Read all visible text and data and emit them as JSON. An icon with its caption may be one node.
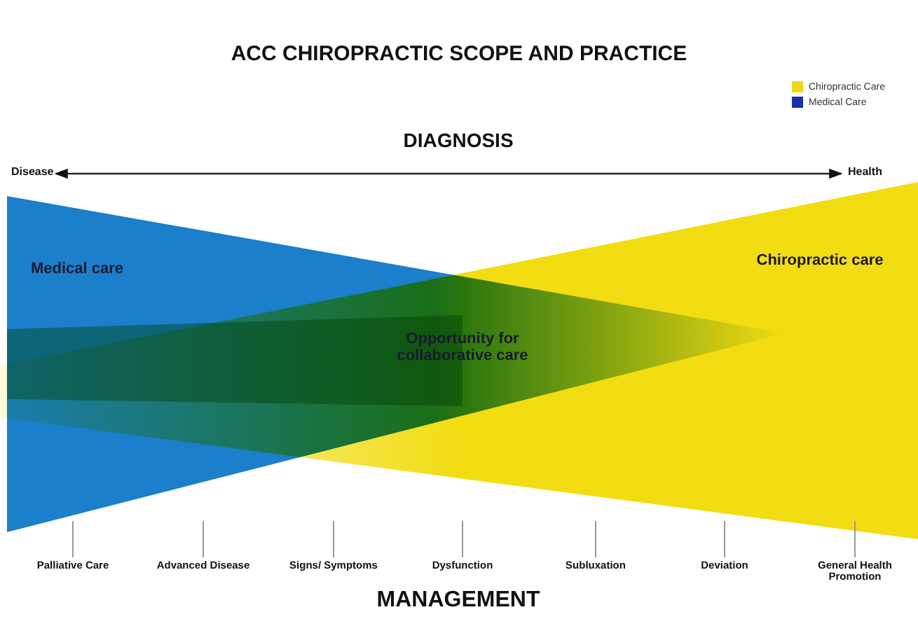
{
  "diagram": {
    "title": "ACC CHIROPRACTIC SCOPE AND PRACTICE",
    "nodes": [
      {
        "text": [
          "Disease"
        ]
      },
      {
        "text": [
          "Health"
        ]
      }
    ],
    "edges": [
      {
        "from": 0,
        "to": 1,
        "arrow": "both"
      }
    ],
    "labels": [
      "DIAGNOSIS",
      "Medical care",
      "Chiropractic care",
      "Opportunity for collaborative care",
      "Palliative Care",
      "Advanced Disease",
      "Signs/ Symptoms",
      "Dysfunction",
      "Subluxation",
      "Deviation",
      "General Health Promotion",
      "MANAGEMENT"
    ],
    "legend": [
      {
        "text": "Chiropractic Care",
        "color": "#f0d817"
      },
      {
        "text": "Medical Care",
        "color": "#1a2fa8"
      }
    ]
  }
}
